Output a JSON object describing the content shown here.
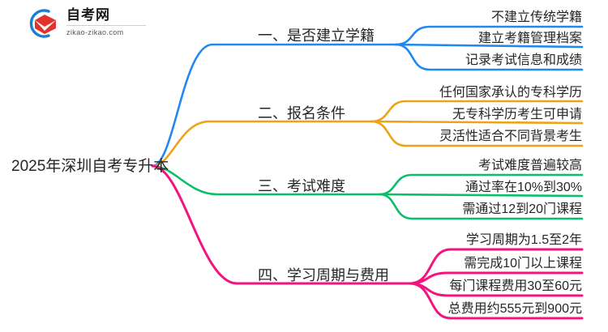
{
  "logo": {
    "name_cn": "自考网",
    "url": "zikao-zikao.com",
    "mark_icon": "graduation-cap-icon",
    "ring_color": "#1a7ed4",
    "cap_color": "#e2322e"
  },
  "mindmap": {
    "root": {
      "label": "2025年深圳自考专升本"
    },
    "branches": [
      {
        "label": "一、是否建立学籍",
        "color": "#2288f0",
        "children": [
          {
            "label": "不建立传统学籍"
          },
          {
            "label": "建立考籍管理档案"
          },
          {
            "label": "记录考试信息和成绩"
          }
        ]
      },
      {
        "label": "二、报名条件",
        "color": "#eda318",
        "children": [
          {
            "label": "任何国家承认的专科学历"
          },
          {
            "label": "无专科学历考生可申请"
          },
          {
            "label": "灵活性适合不同背景考生"
          }
        ]
      },
      {
        "label": "三、考试难度",
        "color": "#08bf6a",
        "children": [
          {
            "label": "考试难度普遍较高"
          },
          {
            "label": "通过率在10%到30%"
          },
          {
            "label": "需通过12到20门课程"
          }
        ]
      },
      {
        "label": "四、学习周期与费用",
        "color": "#f5147f",
        "children": [
          {
            "label": "学习周期为1.5至2年"
          },
          {
            "label": "需完成10门以上课程"
          },
          {
            "label": "每门课程费用30至60元"
          },
          {
            "label": "总费用约555元到900元"
          }
        ]
      }
    ]
  }
}
